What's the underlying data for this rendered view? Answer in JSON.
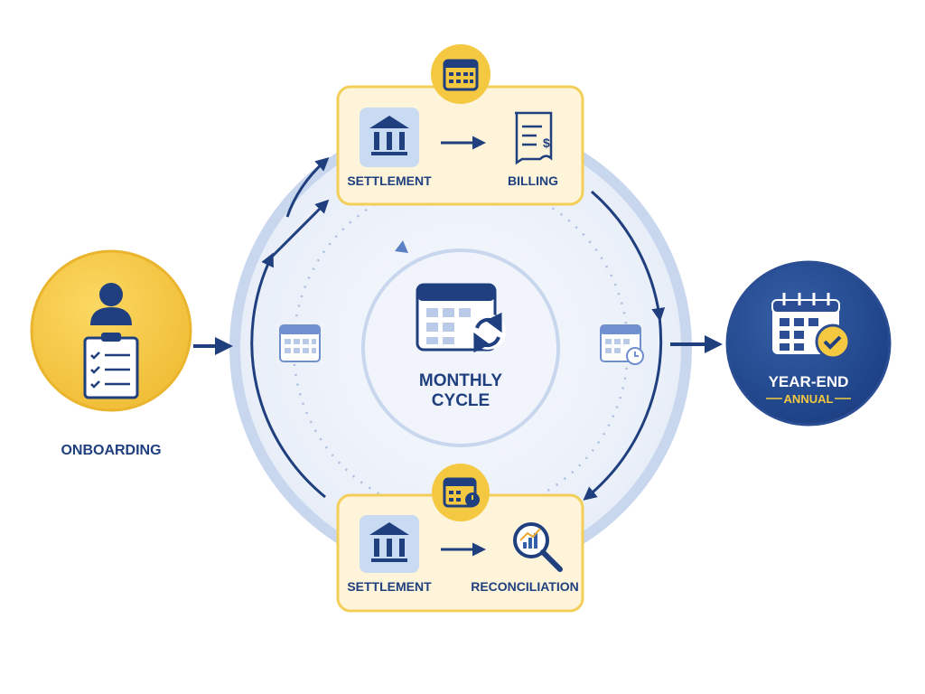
{
  "center": {
    "title_line1": "MONTHLY",
    "title_line2": "CYCLE"
  },
  "onboarding": {
    "label": "ONBOARDING"
  },
  "top_card": {
    "from": "SETTLEMENT",
    "to": "BILLING"
  },
  "bottom_card": {
    "from": "SETTLEMENT",
    "to": "RECONCILIATION"
  },
  "year_end": {
    "title": "YEAR-END",
    "subtitle": "ANNUAL"
  },
  "colors": {
    "navy": "#1f3f7f",
    "yellow": "#f5c842",
    "card_bg": "#fdf4da",
    "ring": "#c8d7ee"
  }
}
